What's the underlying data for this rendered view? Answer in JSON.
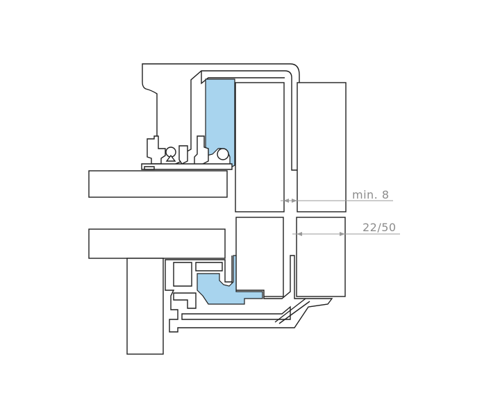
{
  "diagram": {
    "dimensions": [
      {
        "id": "glass-gap",
        "label": "min. 8"
      },
      {
        "id": "glass-thickness",
        "label": "22/50"
      }
    ],
    "colors": {
      "gasket": "#a8d4ee",
      "outline": "#1e1e1e",
      "dimension": "#9a9a9a",
      "background": "#ffffff"
    }
  }
}
